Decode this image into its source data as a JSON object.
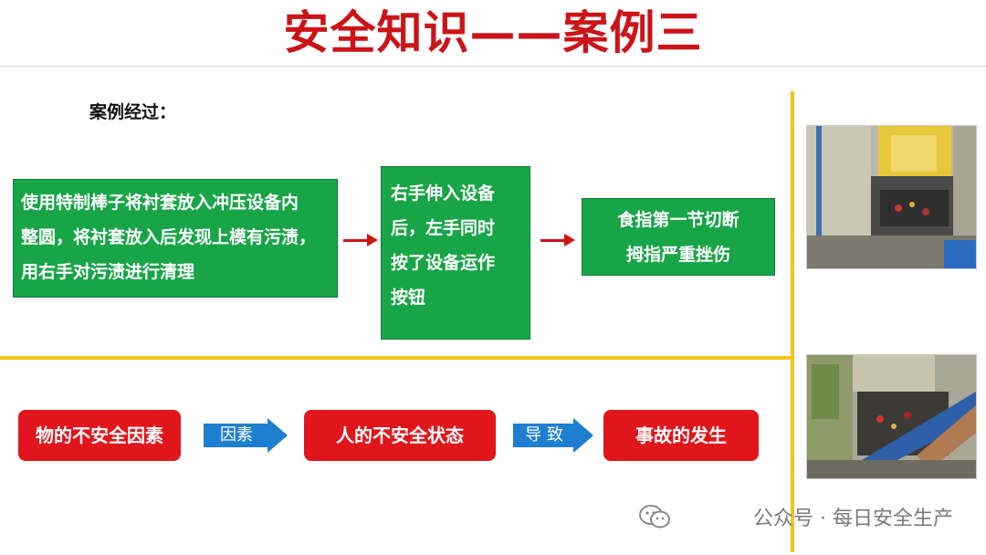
{
  "title": "安全知识——案例三",
  "section_label": "案例经过：",
  "steps": [
    {
      "lines": [
        "使用特制棒子将衬套放入冲压设备内",
        "整圆，将衬套放入后发现上模有污渍，",
        "用右手对污渍进行清理"
      ]
    },
    {
      "lines": [
        "右手伸入设备",
        "后，左手同时",
        "按了设备运作",
        "按钮"
      ]
    },
    {
      "lines": [
        "食指第一节切断",
        "拇指严重挫伤"
      ]
    }
  ],
  "factors": {
    "box1": "物的不安全因素",
    "arrow1": "因素",
    "box2": "人的不安全状态",
    "arrow2": "导 致",
    "box3": "事故的发生"
  },
  "watermark": "公众号 · 每日安全生产",
  "colors": {
    "title_red": "#cc1418",
    "green": "#18a548",
    "red_box": "#e0161c",
    "blue_arrow": "#1e7fd0",
    "yellow_line": "#f5c518"
  }
}
